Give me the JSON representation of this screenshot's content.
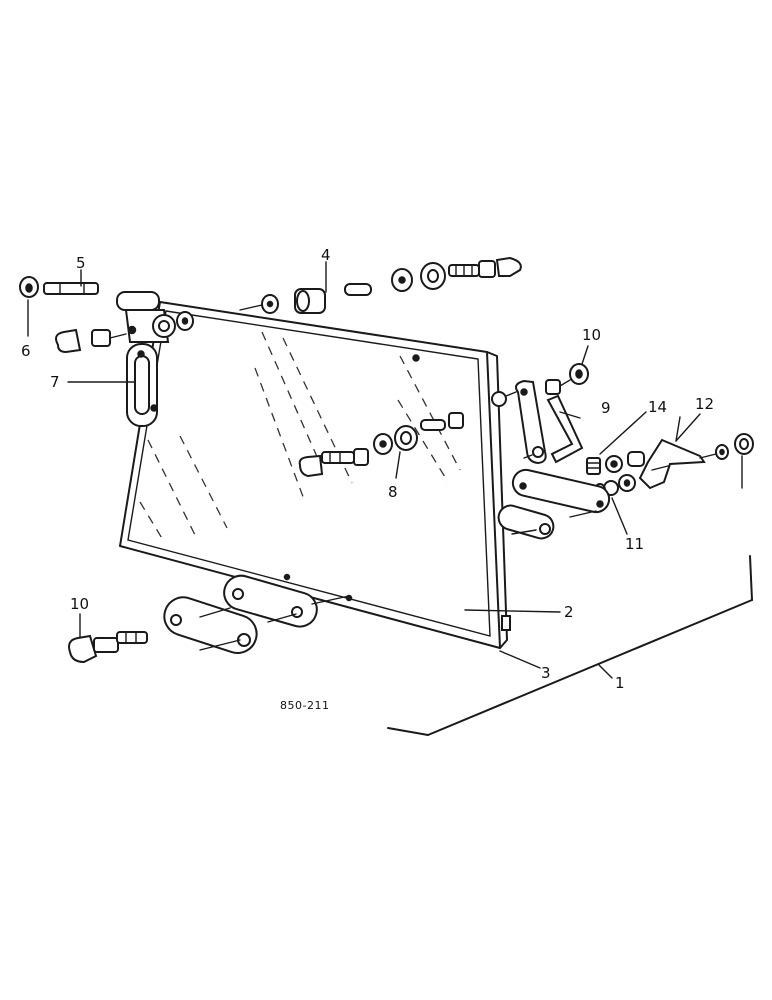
{
  "labels": {
    "l1": "1",
    "l2": "2",
    "l3": "3",
    "l4": "4",
    "l5": "5",
    "l6": "6",
    "l7": "7",
    "l8": "8",
    "l9": "9",
    "l10a": "10",
    "l10b": "10",
    "l11": "11",
    "l12": "12",
    "l14": "14"
  },
  "figure_code": "850-211"
}
